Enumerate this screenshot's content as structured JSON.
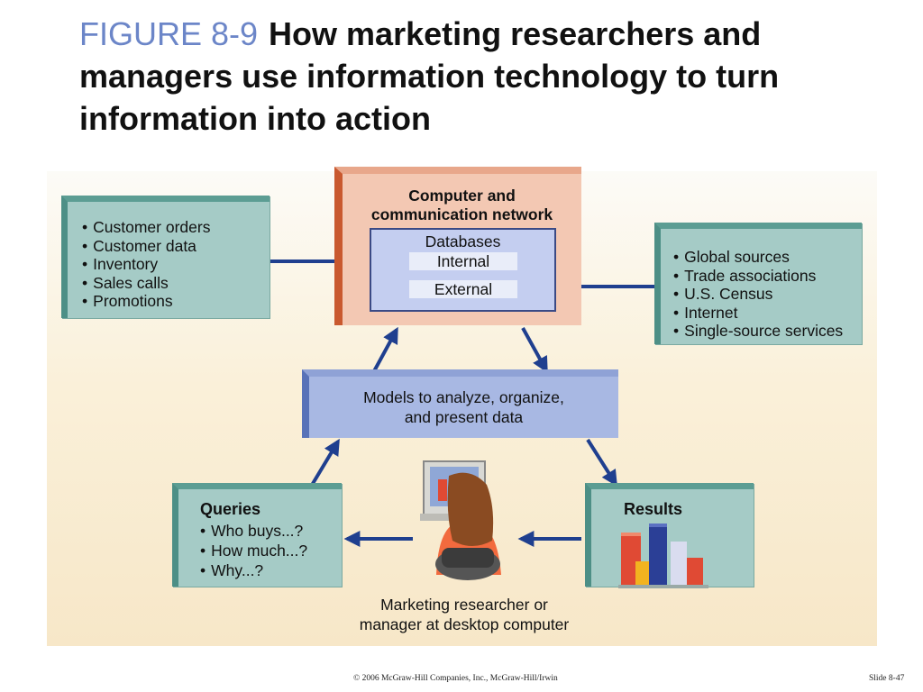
{
  "title": {
    "figure_label": "FIGURE 8-9",
    "text": "How marketing researchers and managers use information technology to turn information into action"
  },
  "sources_left": {
    "items": [
      "Customer orders",
      "Customer data",
      "Inventory",
      "Sales calls",
      "Promotions"
    ]
  },
  "network": {
    "heading_line1": "Computer and",
    "heading_line2": "communication network",
    "databases_label": "Databases",
    "internal_label": "Internal",
    "external_label": "External"
  },
  "sources_right": {
    "items": [
      "Global sources",
      "Trade associations",
      "U.S. Census",
      "Internet",
      "Single-source services"
    ]
  },
  "models": {
    "line1": "Models to analyze, organize,",
    "line2": "and present data"
  },
  "queries": {
    "heading": "Queries",
    "items": [
      "Who buys...?",
      "How much...?",
      "Why...?"
    ]
  },
  "results": {
    "heading": "Results"
  },
  "user": {
    "line1": "Marketing researcher or",
    "line2": "manager at desktop computer"
  },
  "footer": {
    "copyright": "© 2006 McGraw-Hill Companies, Inc., McGraw-Hill/Irwin",
    "slide": "Slide 8-47"
  },
  "colors": {
    "arrow": "#1f3f8f",
    "teal_box": "#a5cbc6",
    "network_box": "#f3c8b3",
    "models_box": "#a8b8e3"
  }
}
